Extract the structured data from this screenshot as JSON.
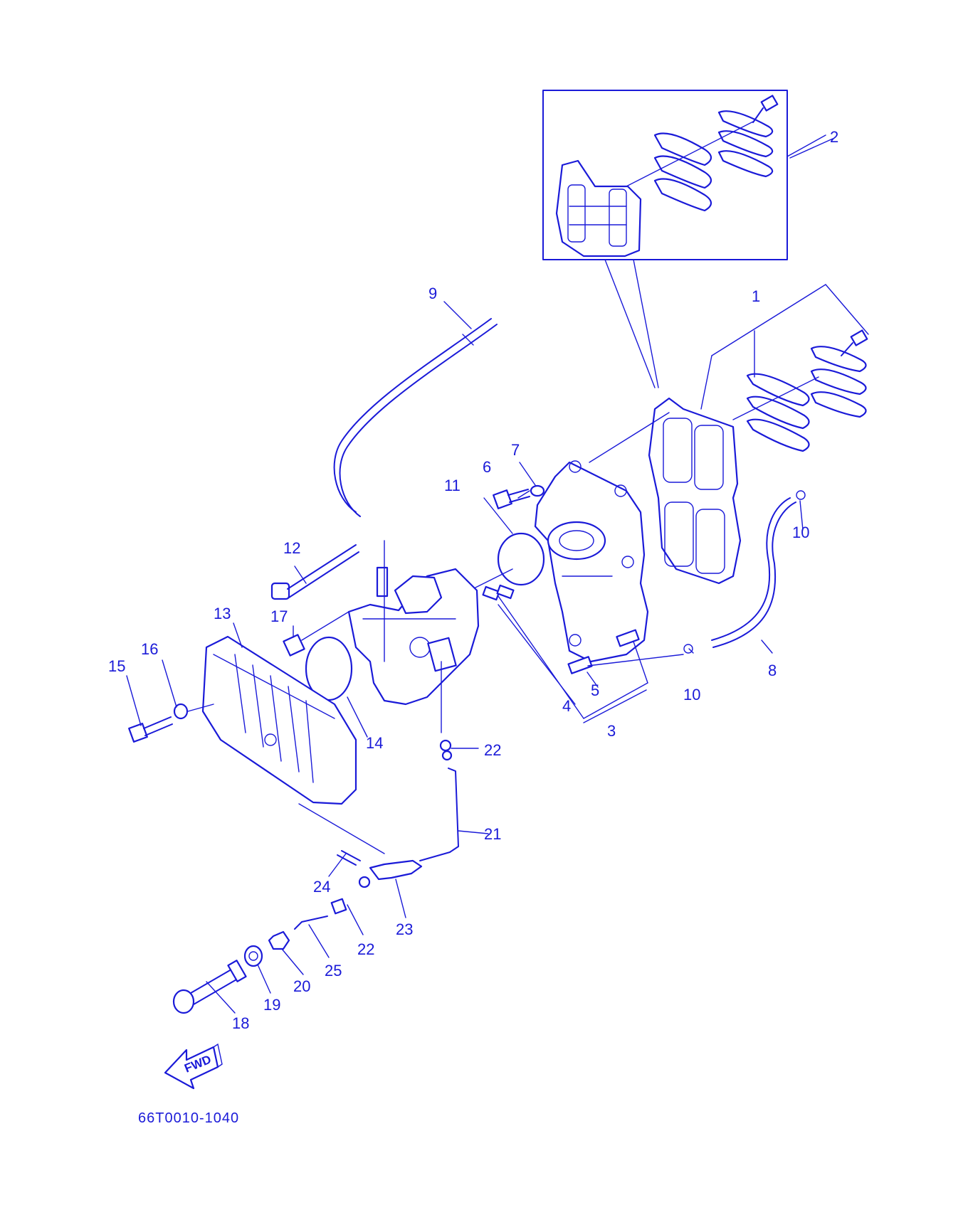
{
  "diagram": {
    "line_color": "#1a1ad8",
    "background": "#ffffff",
    "drawing_code": "66T0010-1040",
    "direction_label": "FWD",
    "callouts": [
      "1",
      "2",
      "3",
      "4",
      "5",
      "6",
      "7",
      "8",
      "9",
      "10",
      "10",
      "11",
      "12",
      "13",
      "14",
      "15",
      "16",
      "17",
      "18",
      "19",
      "20",
      "21",
      "22",
      "22",
      "23",
      "24",
      "25"
    ]
  }
}
